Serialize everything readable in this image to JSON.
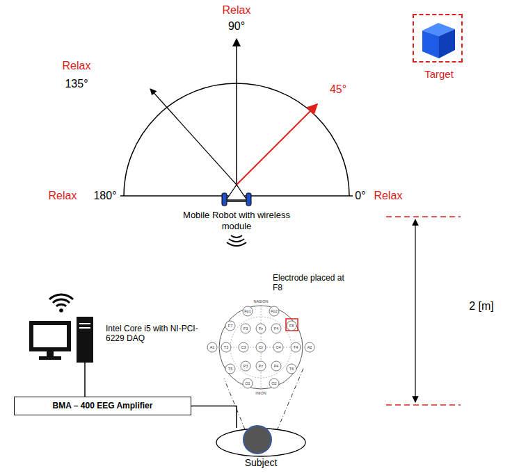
{
  "diagram": {
    "nodes": [
      {
        "text": [
          "Target"
        ]
      },
      {
        "text": [
          "Mobile Robot with wireless module"
        ]
      },
      {
        "text": [
          "Intel Core i5 with NI-PCI-6229 DAQ"
        ]
      },
      {
        "text": [
          "BMA – 400 EEG Amplifier"
        ]
      },
      {
        "text": [
          "Subject"
        ]
      }
    ],
    "edges": [
      {
        "from": 2,
        "to": 3,
        "arrow": "none"
      },
      {
        "from": 3,
        "to": 4,
        "arrow": "none"
      }
    ],
    "labels": [
      "Relax",
      "90°",
      "Relax",
      "135°",
      "45°",
      "Relax",
      "180°",
      "0°",
      "Relax",
      "2 [m]",
      "Electrode placed at F8",
      "NASION",
      "Fp1",
      "Fp2",
      "F7",
      "F3",
      "Fz",
      "F4",
      "F8",
      "A1",
      "T3",
      "C3",
      "Cz",
      "C4",
      "T4",
      "A2",
      "T5",
      "P3",
      "Pz",
      "P4",
      "T6",
      "O1",
      "O2",
      "INION"
    ]
  }
}
